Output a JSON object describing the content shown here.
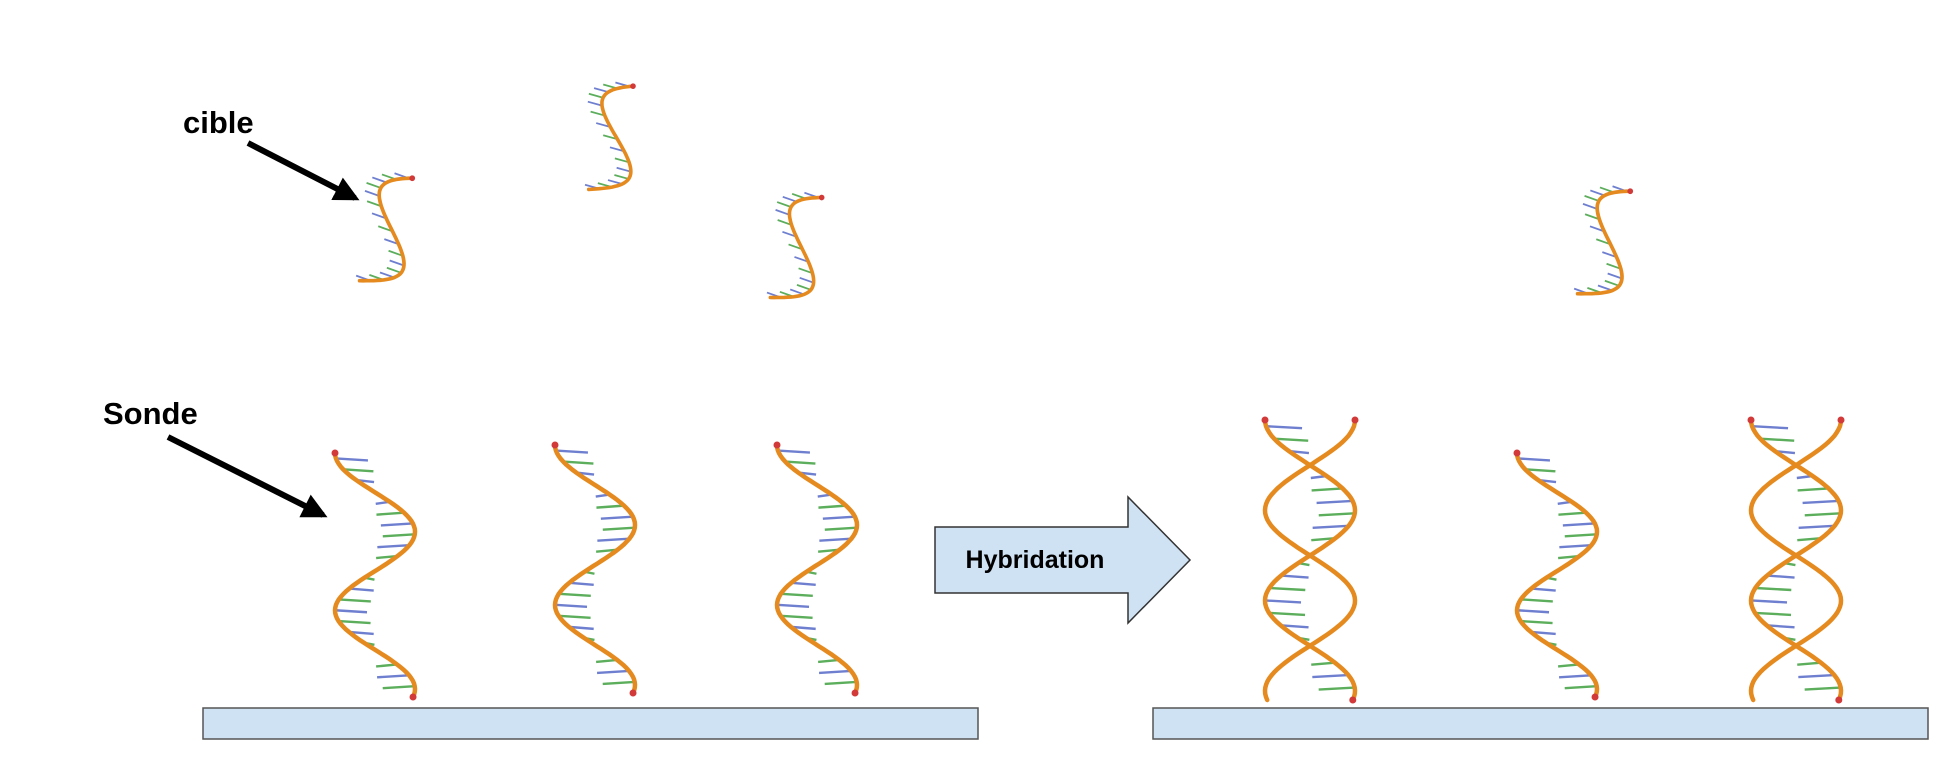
{
  "labels": {
    "target": "cible",
    "probe": "Sonde"
  },
  "process_arrow": {
    "label": "Hybridation"
  },
  "colors": {
    "backbone": "#e58a1f",
    "base_blue": "#6f7fd0",
    "base_green": "#5cae5c",
    "substrate_fill": "#cfe2f3",
    "end_red": "#d23a3a",
    "pointer": "#000000"
  },
  "panels": {
    "before": {
      "free_targets": 3,
      "probes": 3,
      "hybridized": 0
    },
    "after": {
      "free_targets": 1,
      "probes": 3,
      "hybridized": 2
    }
  }
}
